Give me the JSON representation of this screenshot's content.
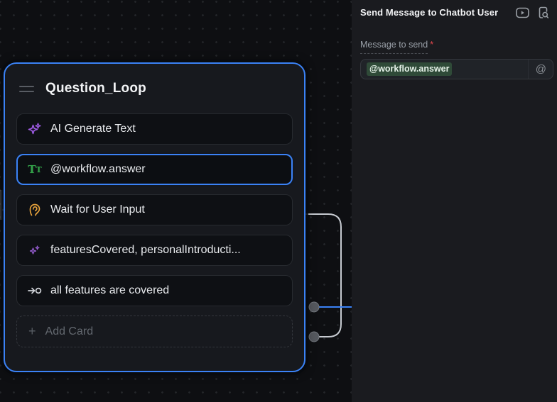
{
  "canvas": {
    "node": {
      "title": "Question_Loop",
      "items": [
        {
          "icon": "ai-sparkles-icon",
          "label": "AI Generate Text",
          "selected": false
        },
        {
          "icon": "text-variable-icon",
          "label": "@workflow.answer",
          "selected": true
        },
        {
          "icon": "ear-icon",
          "label": "Wait for User Input",
          "selected": false
        },
        {
          "icon": "small-sparkles-icon",
          "label": "featuresCovered, personalIntroducti...",
          "selected": false
        },
        {
          "icon": "arrow-to-circle-icon",
          "label": "all features are covered",
          "selected": false
        }
      ],
      "add_card": {
        "plus": "+",
        "label": "Add Card"
      }
    },
    "ports": [
      "output-port-top",
      "output-port-bottom"
    ]
  },
  "panel": {
    "title": "Send Message to Chatbot User",
    "actions": [
      "video-tutorial-icon",
      "docs-search-icon"
    ],
    "field": {
      "label": "Message to send",
      "required_marker": "*",
      "value_token": "@workflow.answer",
      "mention_glyph": "@"
    }
  },
  "colors": {
    "accent_blue": "#3b82f6",
    "sparkle_purple": "#a05ce6",
    "text_green": "#34a14a",
    "ear_orange": "#e6a23c",
    "token_green_bg": "#2f4a38",
    "required_red": "#e5484d",
    "canvas_bg": "#0e0f12",
    "panel_bg": "#1a1b1f",
    "card_bg": "#17191e",
    "wire_gray": "#c6cad0"
  }
}
